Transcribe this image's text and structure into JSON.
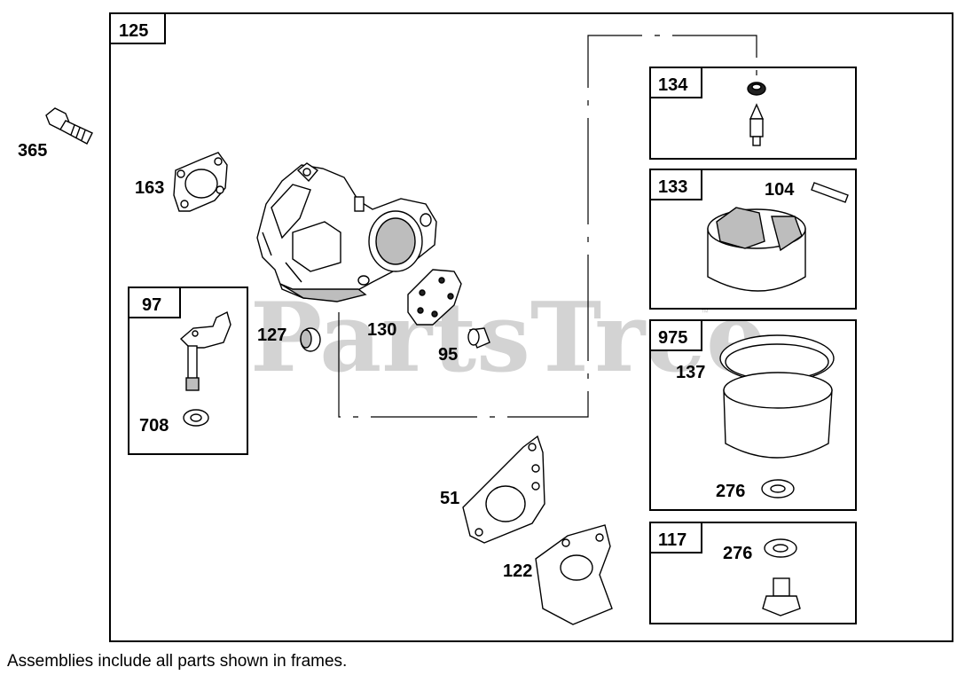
{
  "watermark": {
    "text": "PartsTree",
    "tm": "™"
  },
  "footnote": "Assemblies include all parts shown in frames.",
  "frames": {
    "main": "125",
    "f134": "134",
    "f133": "133",
    "f975": "975",
    "f117": "117",
    "f97": "97"
  },
  "callouts": {
    "c365": "365",
    "c163": "163",
    "c97_708": "708",
    "c127": "127",
    "c130": "130",
    "c95": "95",
    "c104": "104",
    "c137": "137",
    "c276a": "276",
    "c276b": "276",
    "c51": "51",
    "c122": "122"
  }
}
